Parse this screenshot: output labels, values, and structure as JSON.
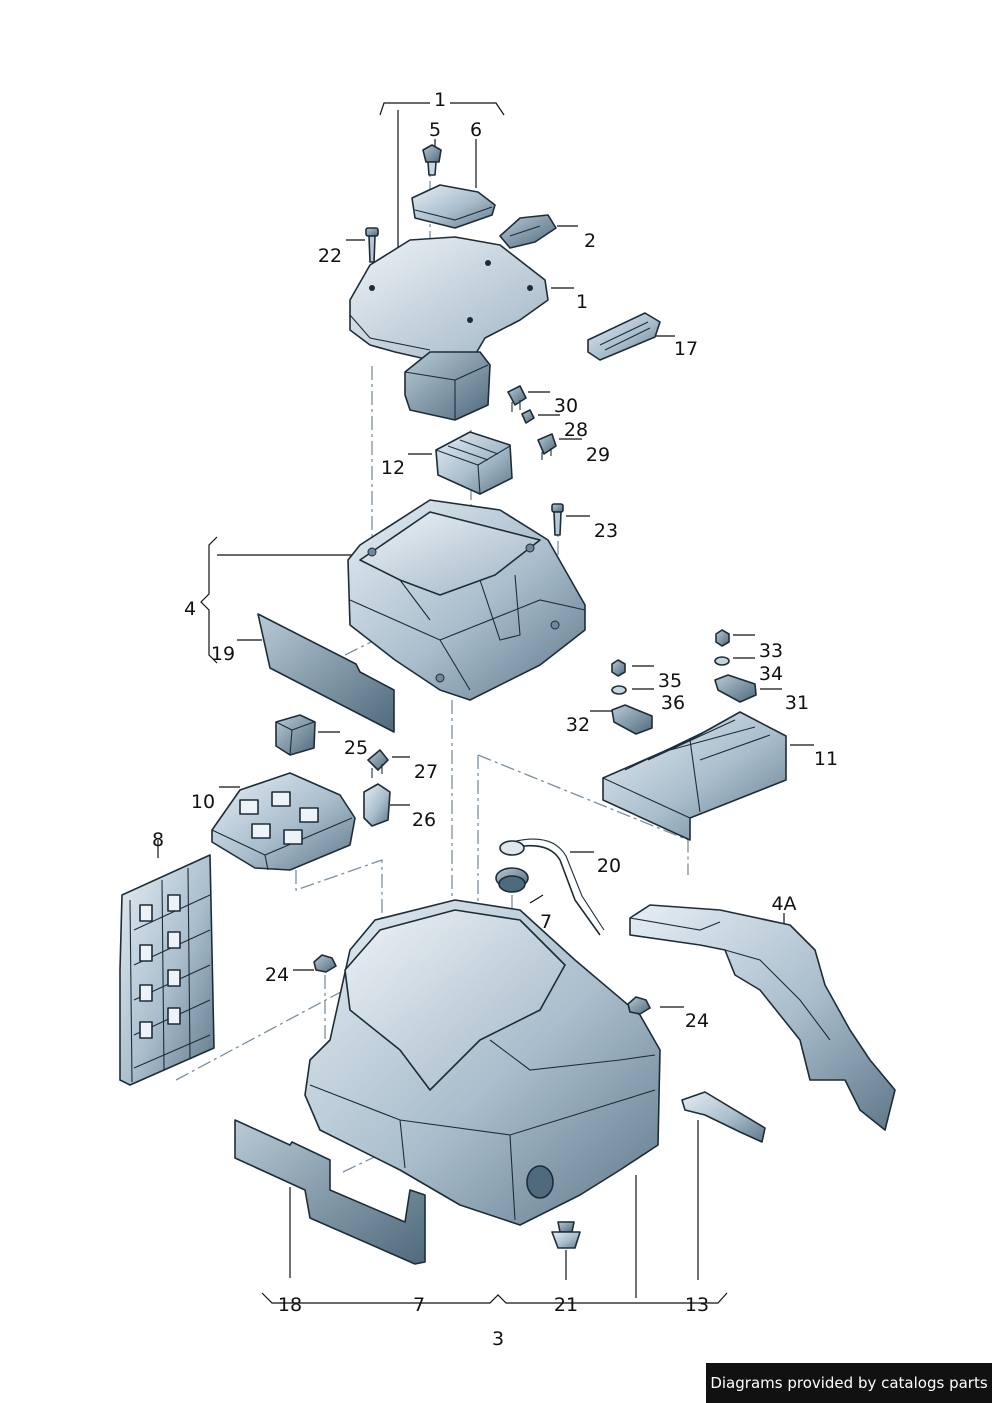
{
  "callouts": {
    "c1_top": "1",
    "c5": "5",
    "c6": "6",
    "c2": "2",
    "c22": "22",
    "c1": "1",
    "c17": "17",
    "c30": "30",
    "c28": "28",
    "c29": "29",
    "c12": "12",
    "c23": "23",
    "c4": "4",
    "c19": "19",
    "c33": "33",
    "c34": "34",
    "c35": "35",
    "c36": "36",
    "c31": "31",
    "c32": "32",
    "c11": "11",
    "c25": "25",
    "c27": "27",
    "c10": "10",
    "c26": "26",
    "c8": "8",
    "c20": "20",
    "c7a": "7",
    "c4A": "4A",
    "c24a": "24",
    "c24b": "24",
    "c18": "18",
    "c7b": "7",
    "c21": "21",
    "c13": "13",
    "c3": "3"
  },
  "credit": "Diagrams provided by catalogs parts"
}
